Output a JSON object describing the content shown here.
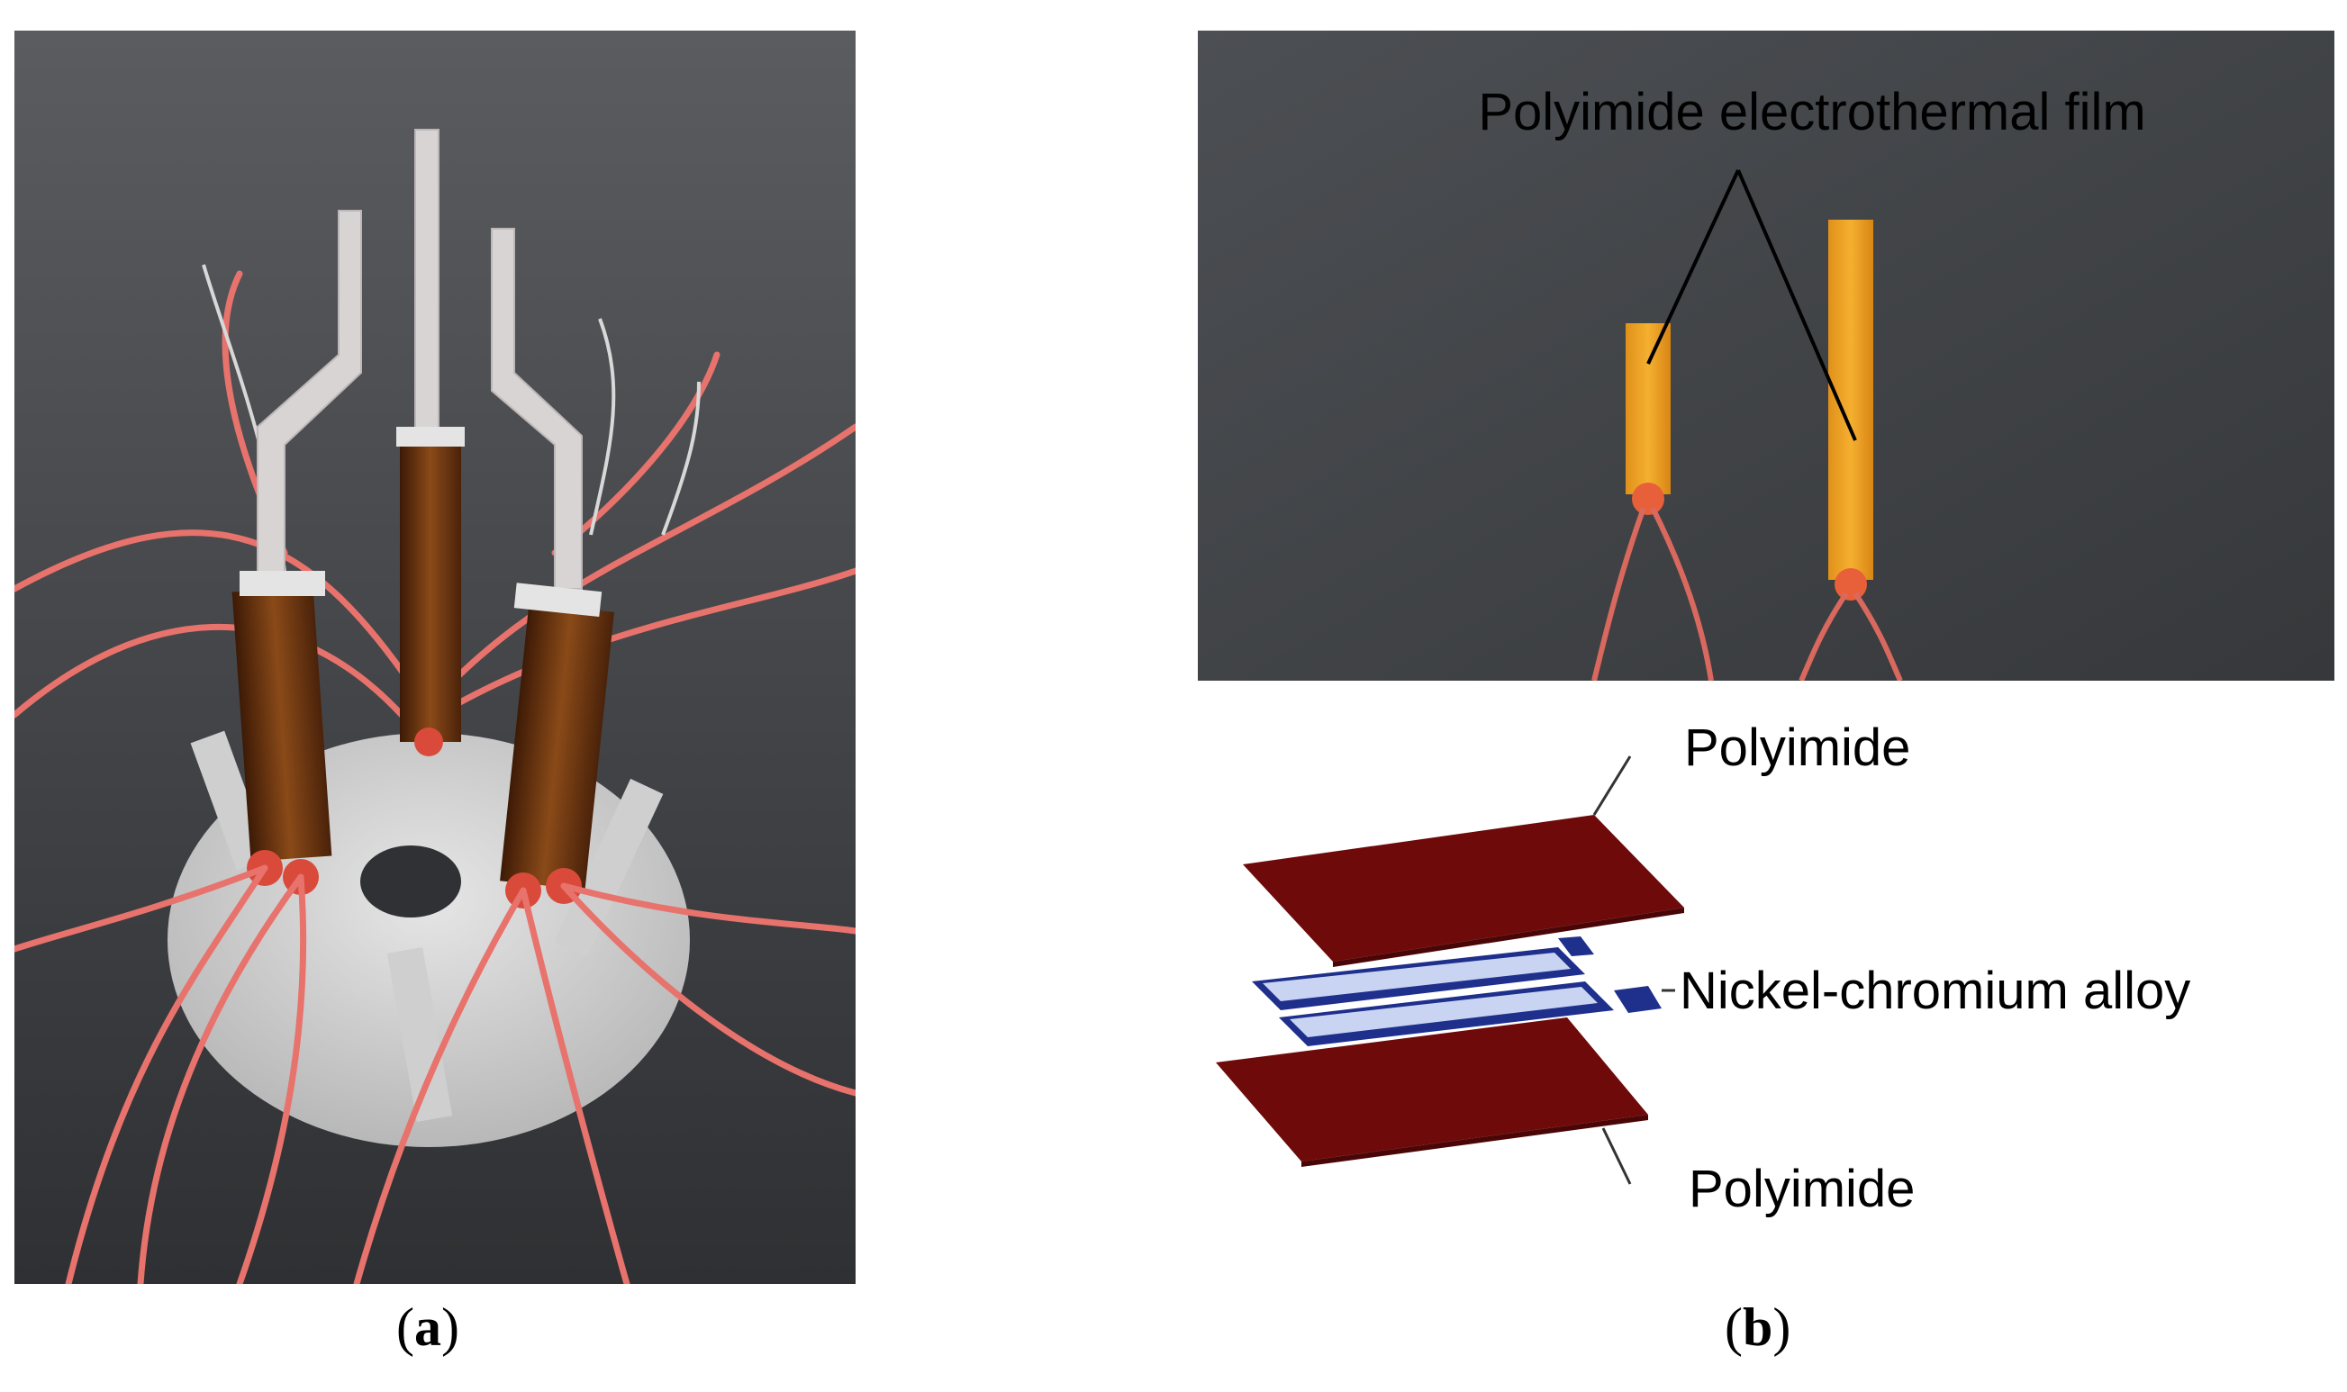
{
  "panel_a": {
    "caption_open": "(",
    "caption_letter": "a",
    "caption_close": ")"
  },
  "panel_b": {
    "photo_label": "Polyimide electrothermal film",
    "diagram_labels": {
      "top_layer": "Polyimide",
      "middle_layer": "Nickel-chromium alloy",
      "bottom_layer": "Polyimide"
    },
    "caption_open": "(",
    "caption_letter": "b",
    "caption_close": ")"
  },
  "colors": {
    "background": "#ffffff",
    "tabletop": "#3b3d40",
    "wire": "#e8726c",
    "film_orange": "#f0a020",
    "kapton_brown": "#7a3d12",
    "polyimide_layer": "#6e0a0a",
    "nichrome_layer": "#1e2f8c"
  }
}
